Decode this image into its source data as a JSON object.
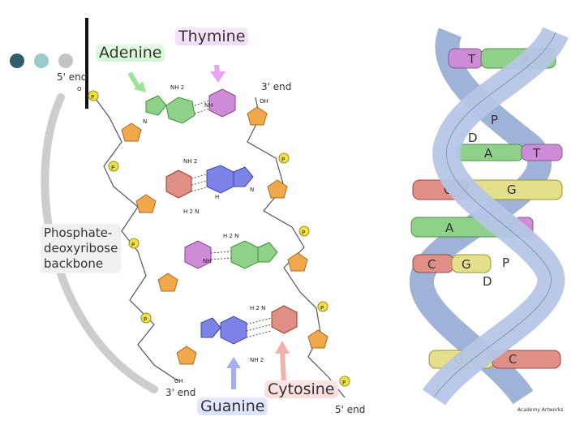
{
  "slide": {
    "dot_colors": [
      "#2f5f66",
      "#9ac9cc",
      "#c4c4c4"
    ]
  },
  "left": {
    "adenine": "Adenine",
    "thymine": "Thymine",
    "guanine": "Guanine",
    "cytosine": "Cytosine",
    "five_end_top": "5' end",
    "three_end_top": "3' end",
    "three_end_bottom": "3' end",
    "five_end_bottom": "5' end",
    "backbone": [
      "Phosphate-",
      "deoxyribose",
      "backbone"
    ],
    "atom_labels": {
      "p": "P",
      "o": "O",
      "oh": "OH",
      "nh2": "NH 2",
      "h2n": "H 2 N",
      "nh": "NH",
      "n": "N",
      "h": "H"
    }
  },
  "right": {
    "rungs": [
      {
        "l": "T",
        "r": "A"
      },
      {
        "l": "A",
        "r": "T"
      },
      {
        "l": "C",
        "r": "G"
      },
      {
        "l": "A",
        "r": "T"
      },
      {
        "l": "C",
        "r": "G"
      },
      {
        "l": "G",
        "r": "C"
      }
    ],
    "p": "P",
    "d": "D",
    "credit": "Academy Artworks"
  },
  "colors": {
    "thymine": "#cf8cd6",
    "adenine": "#8fd08a",
    "cytosine": "#e08f86",
    "guanine": "#e3df8a",
    "sugar": "#f1a84a",
    "phosphate": "#efe24a",
    "ribbon": "#b5c6e6",
    "purine_blue": "#7b83e6"
  }
}
